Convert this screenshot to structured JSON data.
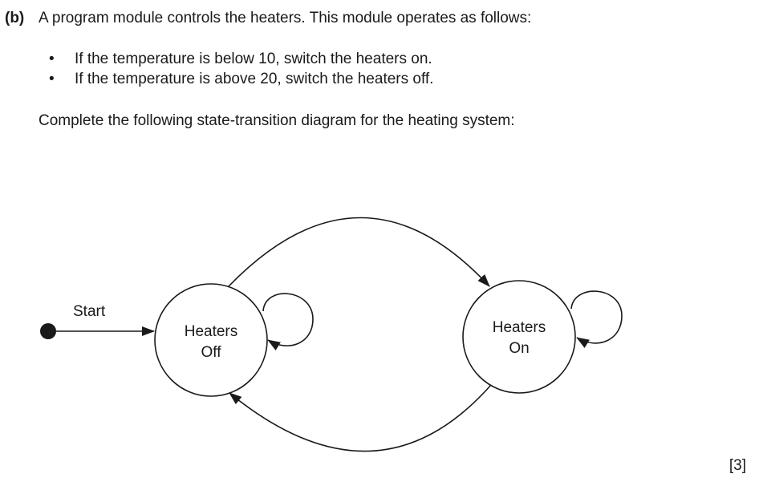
{
  "question": {
    "part_label": "(b)",
    "intro": "A program module controls the heaters. This module operates as follows:",
    "bullets": [
      "If the temperature is below 10, switch the heaters on.",
      "If the temperature is above 20, switch the heaters off."
    ],
    "instruction": "Complete the following state-transition diagram for the heating system:",
    "marks": "[3]"
  },
  "diagram": {
    "start_label": "Start",
    "states": [
      {
        "id": "off",
        "line1": "Heaters",
        "line2": "Off"
      },
      {
        "id": "on",
        "line1": "Heaters",
        "line2": "On"
      }
    ]
  }
}
